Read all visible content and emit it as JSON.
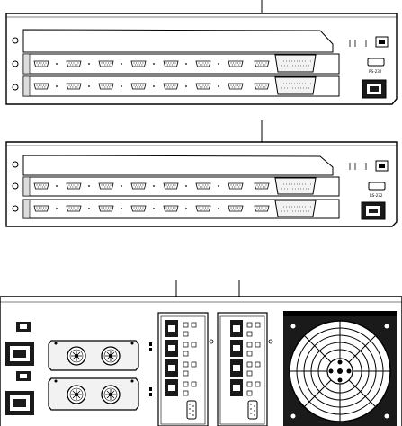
{
  "colors": {
    "ink": "#000000",
    "paper": "#ffffff",
    "panel": "#f2f2f2",
    "shade": "#dcdcdc",
    "dark": "#1a1a1a"
  },
  "units": {
    "top": {
      "port_label": "RS-232"
    },
    "middle": {
      "port_label": "RS-232"
    }
  },
  "icons": [
    "callout-line",
    "db9-port",
    "db25-port",
    "rj45-port",
    "power-inlet",
    "fan-grille",
    "power-supply-fan"
  ]
}
